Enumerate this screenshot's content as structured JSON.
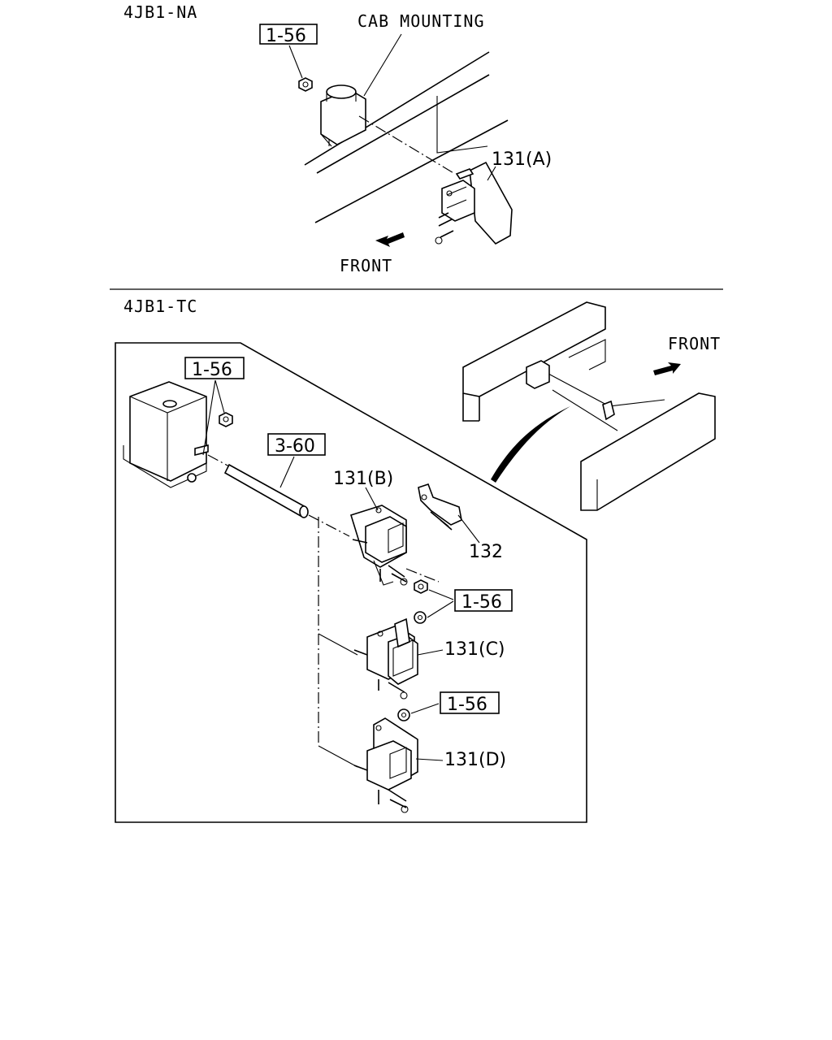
{
  "sections": {
    "upper": {
      "title": "4JB1-NA"
    },
    "lower": {
      "title": "4JB1-TC"
    }
  },
  "labels": {
    "cab_mounting": "CAB MOUNTING",
    "front_upper": "FRONT",
    "front_lower": "FRONT",
    "ref_1_56_a": "1-56",
    "ref_1_56_b": "1-56",
    "ref_1_56_c": "1-56",
    "ref_1_56_d": "1-56",
    "ref_3_60": "3-60",
    "part_131a": "131(A)",
    "part_131b": "131(B)",
    "part_131c": "131(C)",
    "part_131d": "131(D)",
    "part_132": "132"
  }
}
